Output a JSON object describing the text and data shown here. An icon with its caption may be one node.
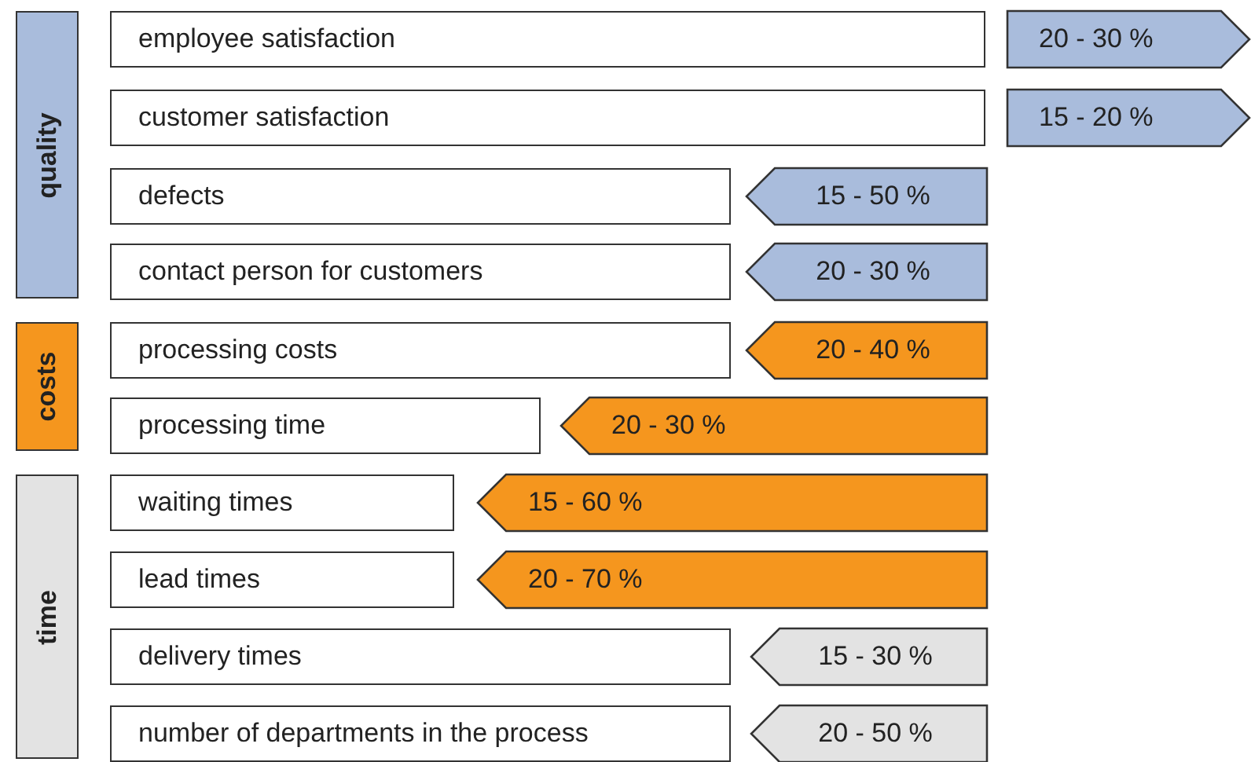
{
  "diagram": {
    "nodes": [
      {
        "text": [
          "quality"
        ]
      },
      {
        "text": [
          "costs"
        ]
      },
      {
        "text": [
          "time"
        ]
      },
      {
        "text": [
          "employee satisfaction"
        ]
      },
      {
        "text": [
          "20 - 30 %"
        ]
      },
      {
        "text": [
          "customer satisfaction"
        ]
      },
      {
        "text": [
          "15 - 20 %"
        ]
      },
      {
        "text": [
          "defects"
        ]
      },
      {
        "text": [
          "15 - 50 %"
        ]
      },
      {
        "text": [
          "contact person for customers"
        ]
      },
      {
        "text": [
          "20 - 30 %"
        ]
      },
      {
        "text": [
          "processing costs"
        ]
      },
      {
        "text": [
          "20 - 40 %"
        ]
      },
      {
        "text": [
          "processing time"
        ]
      },
      {
        "text": [
          "20 - 30 %"
        ]
      },
      {
        "text": [
          "waiting times"
        ]
      },
      {
        "text": [
          "15 - 60 %"
        ]
      },
      {
        "text": [
          "lead times"
        ]
      },
      {
        "text": [
          "20 - 70 %"
        ]
      },
      {
        "text": [
          "delivery times"
        ]
      },
      {
        "text": [
          "15 - 30 %"
        ]
      },
      {
        "text": [
          "number of departments in the process"
        ]
      },
      {
        "text": [
          "20 - 50 %"
        ]
      }
    ]
  }
}
